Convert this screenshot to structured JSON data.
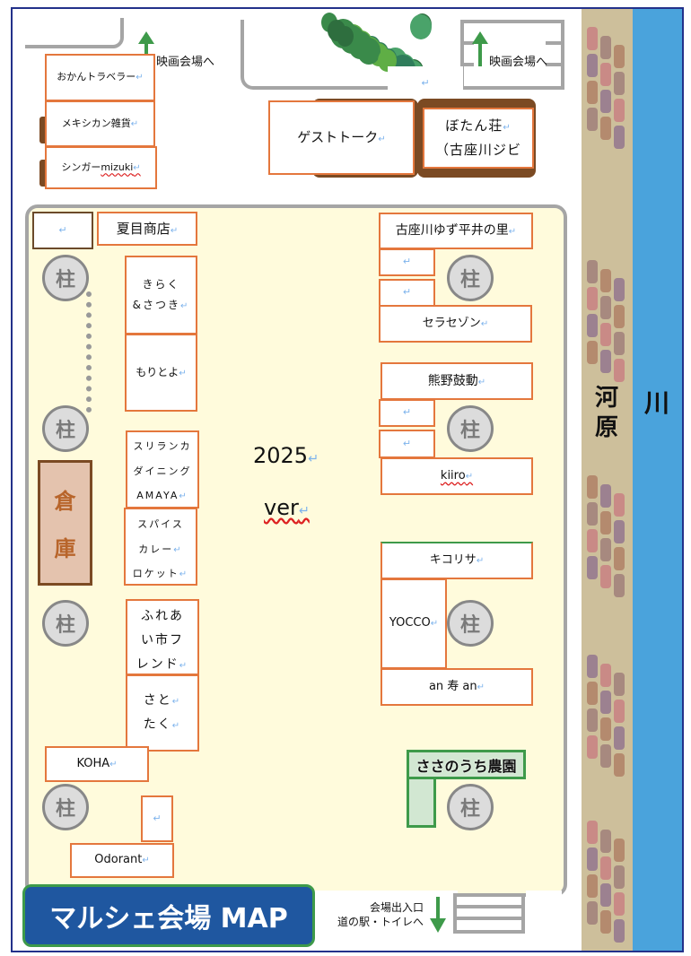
{
  "map": {
    "title": "マルシェ会場 MAP",
    "version_year": "2025",
    "version_label": "ver",
    "to_movie_left": "映画会場へ",
    "to_movie_right": "映画会場へ",
    "exit_line1": "会場出入口",
    "exit_line2": "道の駅・トイレへ",
    "riverbank": "河原",
    "river": "川",
    "storage": [
      "倉",
      "庫"
    ],
    "pillar": "柱",
    "colors": {
      "booth_border": "#e4773d",
      "hall_fill": "#fffbdc",
      "title_bg": "#1f57a0",
      "river": "#4aa3dc",
      "green": "#3e9a4a"
    }
  },
  "booths_outside": {
    "okan": "おかんトラベラー",
    "mexican": "メキシカン雑貨",
    "singer_prefix": "シンガー",
    "singer_name": "mizuki",
    "guest_talk": "ゲストトーク",
    "botan_1": "ぼたん荘",
    "botan_2": "（古座川ジビ"
  },
  "booths_left": {
    "natsume": "夏目商店",
    "kiraku_1": "きらく",
    "kiraku_2": "&さつき",
    "moritoyo": "もりとよ",
    "amaya": [
      "スリランカ",
      "ダイニング",
      "AMAYA"
    ],
    "spice": [
      "スパイス",
      "カレー",
      "ロケット"
    ],
    "fureai": [
      "ふれあ",
      "い市フ",
      "レンド"
    ],
    "satotaku": [
      "さと",
      "たく"
    ],
    "koha": "KOHA",
    "odorant": "Odorant"
  },
  "booths_right": {
    "kozagawa": "古座川ゆず平井の里",
    "serasaison": "セラセゾン",
    "kumano": "熊野鼓動",
    "kiiro": "kiiro",
    "kikorisa": "キコリサ",
    "yocco": "YOCCO",
    "ankotobukian": "an 寿 an",
    "sasanouchi": "ささのうち農園"
  }
}
